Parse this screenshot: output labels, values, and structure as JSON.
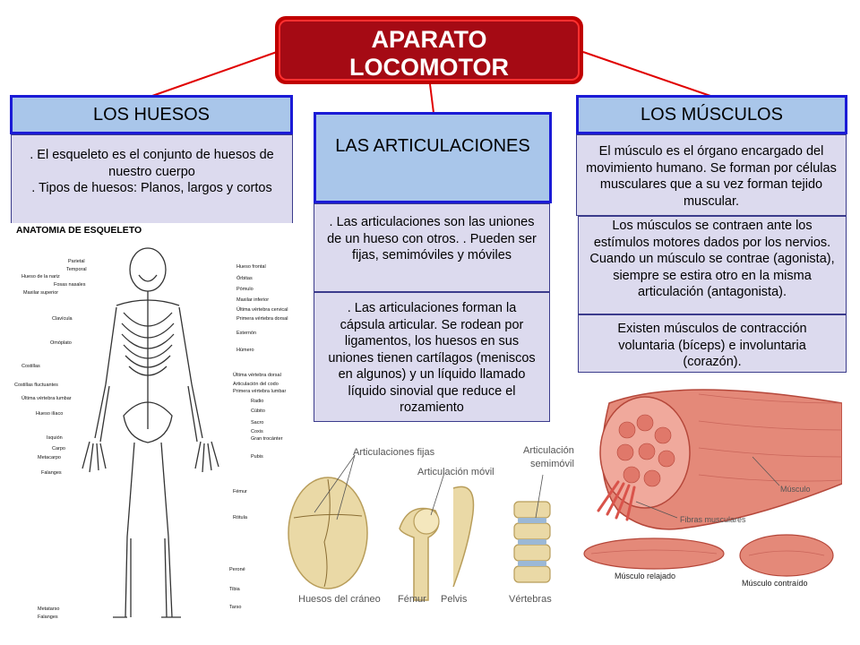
{
  "title": {
    "line1": "APARATO",
    "line2": "LOCOMOTOR"
  },
  "colors": {
    "title_bg": "#c00000",
    "header_bg": "#a9c6ea",
    "header_border": "#1b1bd6",
    "body_bg": "#dcdaee",
    "connector": "#e00000"
  },
  "huesos": {
    "header": "LOS HUESOS",
    "body_line1": ". El esqueleto es el conjunto de huesos de nuestro cuerpo",
    "body_line2": ". Tipos de huesos: Planos, largos y cortos"
  },
  "articulaciones": {
    "header": "LAS ARTICULACIONES",
    "box1": ". Las articulaciones son las uniones de un hueso con otros. . Pueden ser fijas, semimóviles y móviles",
    "box2": ". Las articulaciones forman la cápsula articular. Se rodean por ligamentos, los huesos en sus uniones tienen cartílagos (meniscos en algunos) y un líquido llamado líquido sinovial que reduce el rozamiento"
  },
  "musculos": {
    "header": "LOS MÚSCULOS",
    "box1": "El músculo es el órgano encargado del movimiento humano. Se forman por células musculares que a su vez forman tejido muscular.",
    "box2": "Los músculos se contraen ante los estímulos motores dados por los nervios. Cuando un músculo se contrae (agonista), siempre se estira otro en la misma articulación (antagonista).",
    "box3": "Existen músculos de contracción voluntaria (bíceps) e involuntaria (corazón)."
  },
  "skeleton": {
    "title": "ANATOMIA DE ESQUELETO",
    "left_labels": [
      "Parietal",
      "Temporal",
      "Hueso de la nariz",
      "Fosas nasales",
      "Maxilar superior",
      "Clavícula",
      "Omóplato",
      "Costillas",
      "Costillas fluctuantes",
      "Última vértebra lumbar",
      "Hueso ilíaco",
      "Isquión",
      "Carpo",
      "Metacarpo",
      "Falanges",
      "Metatarso",
      "Falanges"
    ],
    "right_labels": [
      "Hueso frontal",
      "Órbitas",
      "Pómulo",
      "Maxilar inferior",
      "Última vértebra cervical",
      "Primera vértebra dorsal",
      "Esternón",
      "Húmero",
      "Última vértebra dorsal",
      "Articulación del codo",
      "Primera vértebra lumbar",
      "Radio",
      "Cúbito",
      "Sacro",
      "Coxis",
      "Gran trocánter",
      "Pubis",
      "Fémur",
      "Rótula",
      "Peroné",
      "Tibia",
      "Tarso"
    ]
  },
  "joints_figure": {
    "label_fijas": "Articulaciones fijas",
    "label_movil": "Articulación móvil",
    "label_semimovil_1": "Articulación",
    "label_semimovil_2": "semimóvil",
    "label_craneo": "Huesos del cráneo",
    "label_femur": "Fémur",
    "label_pelvis": "Pelvis",
    "label_vertebras": "Vértebras"
  },
  "muscle_figure": {
    "label_musculo": "Músculo",
    "label_fibras": "Fibras musculares",
    "label_relajado": "Músculo relajado",
    "label_contraido": "Músculo contraído"
  }
}
